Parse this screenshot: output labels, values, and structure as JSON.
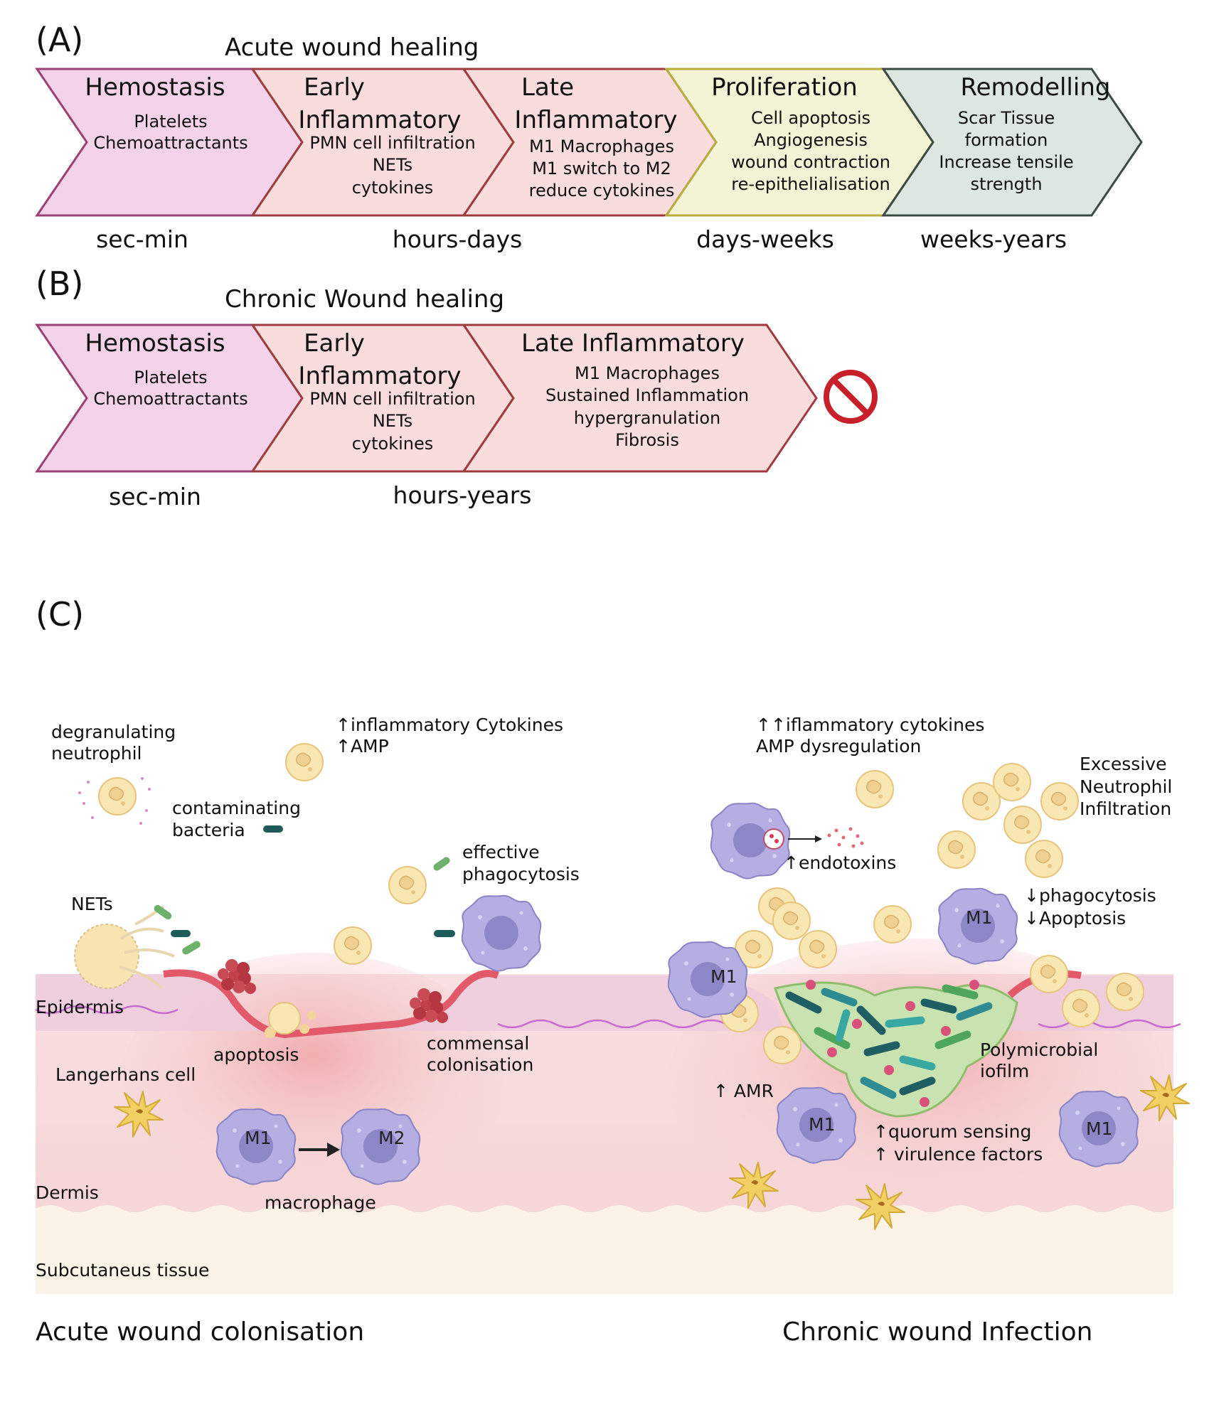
{
  "panel_a": {
    "letter": "(A)",
    "title": "Acute wound healing",
    "stages": [
      {
        "title": [
          "Hemostasis"
        ],
        "lines": [
          "Platelets",
          "Chemoattractants"
        ]
      },
      {
        "title": [
          "Early",
          "Inflammatory"
        ],
        "lines": [
          "PMN cell infiltration",
          "NETs",
          "cytokines"
        ]
      },
      {
        "title": [
          "Late",
          "Inflammatory"
        ],
        "lines": [
          "M1 Macrophages",
          "M1 switch to M2",
          "reduce cytokines"
        ]
      },
      {
        "title": [
          "Proliferation"
        ],
        "lines": [
          "Cell apoptosis",
          "Angiogenesis",
          "wound contraction",
          "re-epithelialisation"
        ]
      },
      {
        "title": [
          "Remodelling"
        ],
        "lines": [
          "Scar Tissue",
          "formation",
          "Increase tensile",
          "strength"
        ]
      }
    ],
    "times": [
      "sec-min",
      "hours-days",
      "days-weeks",
      "weeks-years"
    ]
  },
  "panel_b": {
    "letter": "(B)",
    "title": "Chronic Wound healing",
    "stages": [
      {
        "title": [
          "Hemostasis"
        ],
        "lines": [
          "Platelets",
          "Chemoattractants"
        ]
      },
      {
        "title": [
          "Early",
          "Inflammatory"
        ],
        "lines": [
          "PMN cell infiltration",
          "NETs",
          "cytokines"
        ]
      },
      {
        "title": [
          "Late Inflammatory"
        ],
        "lines": [
          "M1 Macrophages",
          "Sustained Inflammation",
          "hypergranulation",
          "Fibrosis"
        ]
      }
    ],
    "times": [
      "sec-min",
      "hours-years"
    ]
  },
  "panel_c": {
    "letter": "(C)",
    "labels": {
      "degranulating": [
        "degranulating",
        "neutrophil"
      ],
      "contaminating": [
        "contaminating",
        "bacteria"
      ],
      "inflammatory": [
        "↑inflammatory Cytokines",
        "↑AMP"
      ],
      "effective": [
        "effective",
        "phagocytosis"
      ],
      "nets": "NETs",
      "epidermis": "Epidermis",
      "apoptosis": "apoptosis",
      "commensal": [
        "commensal",
        "colonisation"
      ],
      "langerhans": "Langerhans cell",
      "dermis": "Dermis",
      "macrophage": "macrophage",
      "subcutaneous": "Subcutaneus tissue",
      "chronic_cytokines": [
        "↑↑iflammatory cytokines",
        "AMP dysregulation"
      ],
      "excessive": [
        "Excessive",
        "Neutrophil",
        "Infiltration"
      ],
      "endotoxins": "↑endotoxins",
      "phagocytosis": [
        "↓phagocytosis",
        "↓Apoptosis"
      ],
      "amr": "↑ AMR",
      "biofilm": [
        "Polymicrobial",
        "iofilm"
      ],
      "quorum": [
        "↑quorum sensing",
        "↑ virulence factors"
      ],
      "m1": "M1",
      "m2": "M2"
    },
    "captions": [
      "Acute wound colonisation",
      "Chronic wound Infection"
    ]
  },
  "colors": {
    "hemostasis": "#f4d3ea",
    "inflammatory": "#f9dcdc",
    "proliferation": "#f5f3d6",
    "remodelling": "#dde7e2",
    "border_hemostasis": "#9c3f73",
    "border_inflammatory": "#a03a3f",
    "border_proliferation": "#b9ad3c",
    "border_remodelling": "#3b4a44",
    "stop_sign": "#c8202a",
    "macrophage": "#b1abe0",
    "neutrophil": "#f8e6b0"
  }
}
